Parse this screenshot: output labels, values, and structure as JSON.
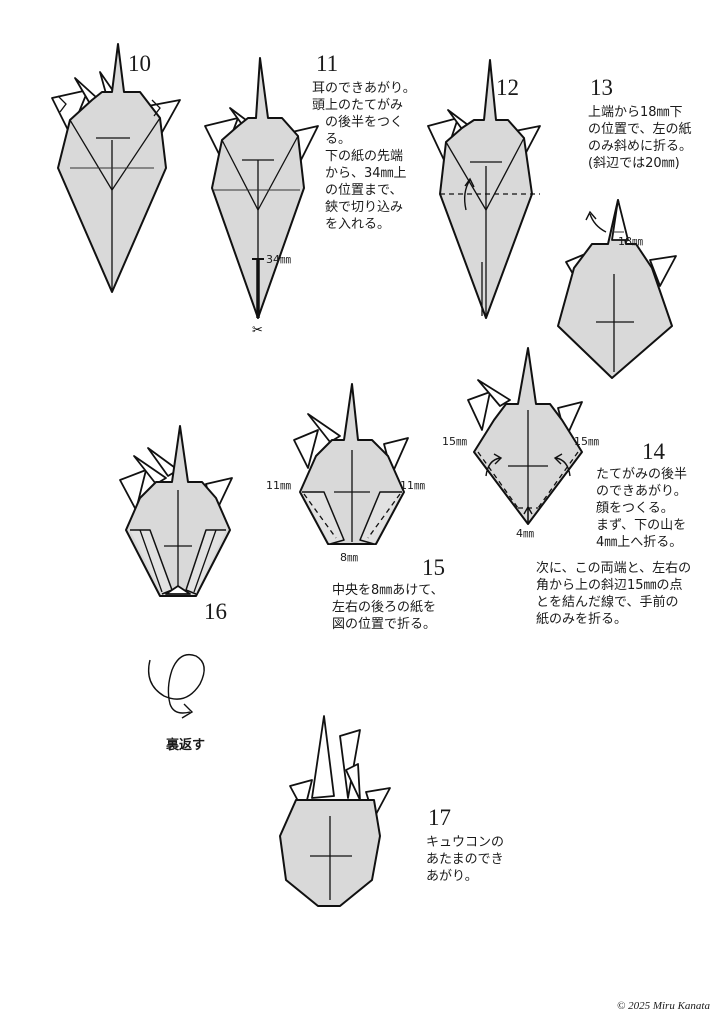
{
  "steps": {
    "s10": {
      "number": "10"
    },
    "s11": {
      "number": "11",
      "text": "耳のできあがり。\n頭上のたてがみ\n　の後半をつく\n　る。\n　下の紙の先端\n　から、34㎜上\n　の位置まで、\n　鋏で切り込み\n　を入れる。",
      "dim": "34㎜"
    },
    "s12": {
      "number": "12"
    },
    "s13": {
      "number": "13",
      "text": "上端から18㎜下\nの位置で、左の紙\nのみ斜めに折る。\n(斜辺では20㎜)",
      "dim": "18㎜"
    },
    "s14": {
      "number": "14",
      "text": "たてがみの後半\nのできあがり。\n顔をつくる。\nまず、下の山を\n4㎜上へ折る。",
      "text2": "次に、この両端と、左右の\n角から上の斜辺15㎜の点\nとを結んだ線で、手前の\n紙のみを折る。",
      "dim_left": "15㎜",
      "dim_right": "15㎜",
      "dim_bottom": "4㎜"
    },
    "s15": {
      "number": "15",
      "text": "中央を8㎜あけて、\n左右の後ろの紙を\n図の位置で折る。",
      "dim_left": "11㎜",
      "dim_right": "11㎜",
      "dim_bottom": "8㎜"
    },
    "s16": {
      "number": "16",
      "turn_label": "裏返す"
    },
    "s17": {
      "number": "17",
      "text": "キュウコンの\nあたまのでき\nあがり。"
    }
  },
  "copyright": "© 2025 Miru Kanata"
}
